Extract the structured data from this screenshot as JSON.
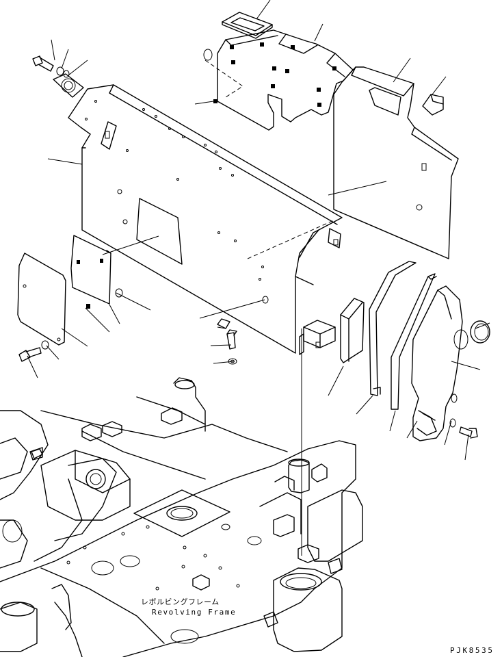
{
  "labels": {
    "frame_jp": "レボルビングフレーム",
    "frame_en": "Revolving Frame",
    "drawing_code": "PJK8535"
  }
}
